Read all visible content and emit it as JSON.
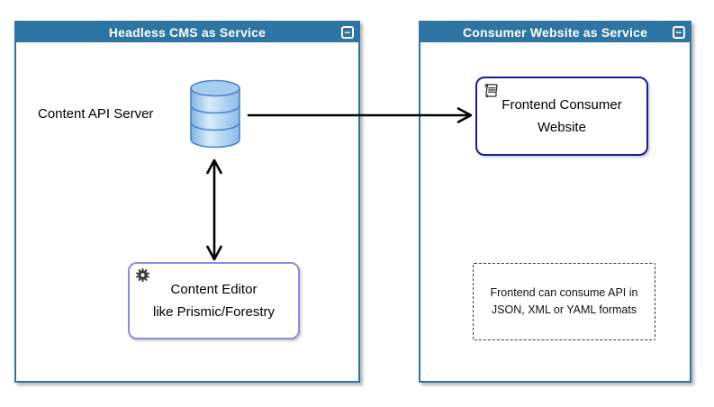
{
  "canvas": {
    "width": "793",
    "height": "452"
  },
  "colors": {
    "container_header": "#2E75A4",
    "container_border": "#2E75A4",
    "frontend_box_border": "#1A1A96",
    "editor_box_border": "#8C8CDC",
    "note_border": "#3A3A3A",
    "arrow": "#000000",
    "database_fill_light": "#D9ECFA",
    "database_fill_mid": "#7FB2E3",
    "database_stroke": "#4D86C2"
  },
  "left_container": {
    "title": "Headless CMS as Service",
    "collapse_label": "−",
    "database_label": "Content API Server",
    "editor_box": {
      "line1": "Content Editor",
      "line2": "like Prismic/Forestry"
    }
  },
  "right_container": {
    "title": "Consumer Website as Service",
    "collapse_label": "−",
    "frontend_box": {
      "line1": "Frontend Consumer",
      "line2": "Website"
    },
    "note": {
      "line1": "Frontend can consume API in",
      "line2": "JSON, XML or YAML formats"
    }
  }
}
